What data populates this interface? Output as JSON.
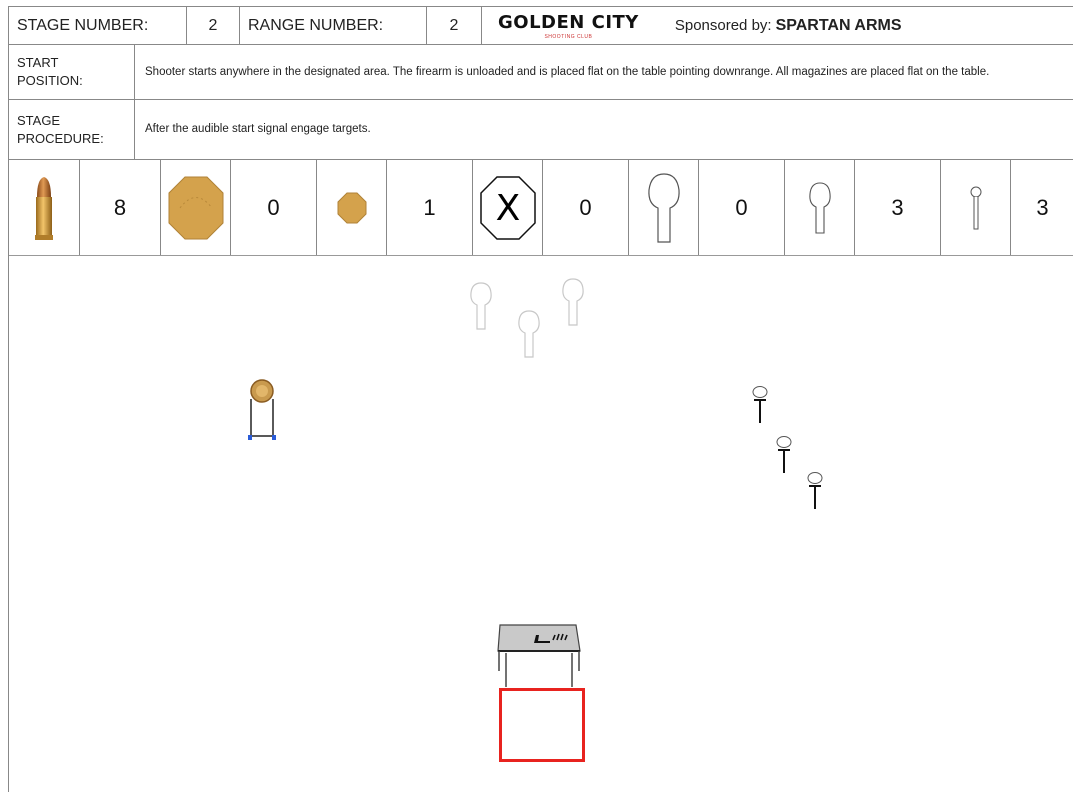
{
  "header": {
    "stage_label": "STAGE NUMBER:",
    "stage_number": "2",
    "range_label": "RANGE NUMBER:",
    "range_number": "2",
    "logo_text": "GOLDEN CITY",
    "logo_subtext": "SHOOTING CLUB",
    "sponsor_label": "Sponsored by:",
    "sponsor_name": "SPARTAN ARMS"
  },
  "start_position": {
    "label_line1": "START",
    "label_line2": "POSITION:",
    "text": "Shooter starts anywhere in the designated area. The firearm is unloaded and is placed flat on the table pointing downrange. All magazines are placed flat on the table."
  },
  "stage_procedure": {
    "label_line1": "STAGE",
    "label_line2": "PROCEDURE:",
    "text": "After the audible start signal engage targets."
  },
  "counts": [
    {
      "icon": "cartridge-icon",
      "value": "8"
    },
    {
      "icon": "large-steel-plate-icon",
      "value": "0"
    },
    {
      "icon": "small-steel-plate-icon",
      "value": "1"
    },
    {
      "icon": "no-shoot-icon",
      "value": "0"
    },
    {
      "icon": "large-popper-icon",
      "value": "0"
    },
    {
      "icon": "medium-popper-icon",
      "value": "3"
    },
    {
      "icon": "small-popper-icon",
      "value": "3"
    }
  ],
  "colors": {
    "steel": "#d4a24c",
    "steel_dark": "#a9782b",
    "shooting_box": "#e8231f",
    "grid": "#888888"
  }
}
